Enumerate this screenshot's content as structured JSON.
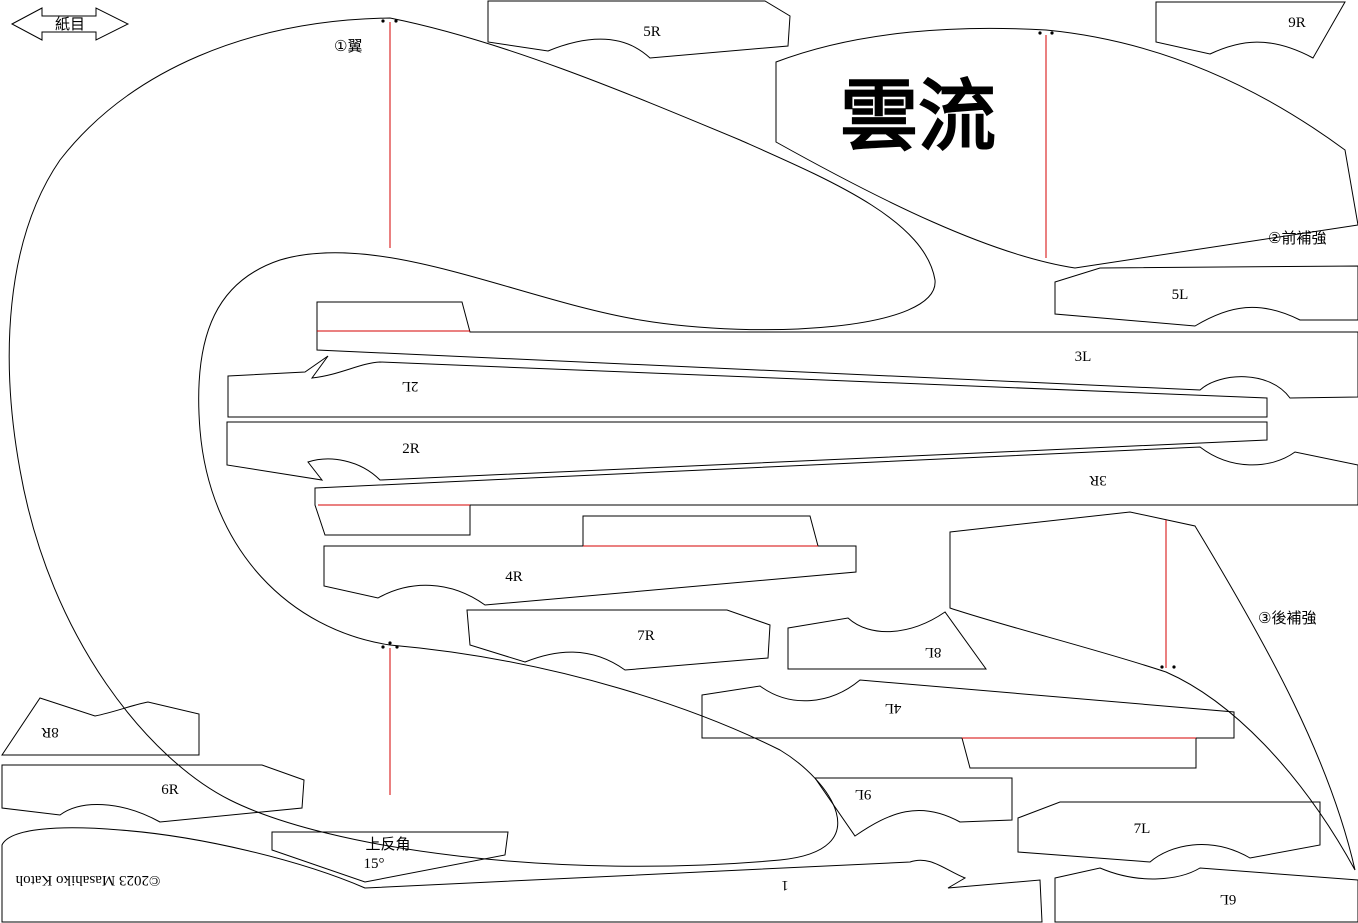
{
  "grain_label": "紙目",
  "title": "雲流",
  "copyright": "©2023 Masahiko Katoh",
  "annotations": {
    "wing": "①翼",
    "front_reinforce": "②前補強",
    "rear_reinforce": "③後補強",
    "dihedral": "上反角",
    "dihedral_angle": "15°"
  },
  "parts": {
    "p1": "1",
    "p2L": "2L",
    "p2R": "2R",
    "p3L": "3L",
    "p3R": "3R",
    "p4L": "4L",
    "p4R": "4R",
    "p5L": "5L",
    "p5R": "5R",
    "p6L": "6L",
    "p6R": "6R",
    "p7L": "7L",
    "p7R": "7R",
    "p8L": "8L",
    "p8R": "8R",
    "p9L": "9L",
    "p9R": "9R"
  }
}
